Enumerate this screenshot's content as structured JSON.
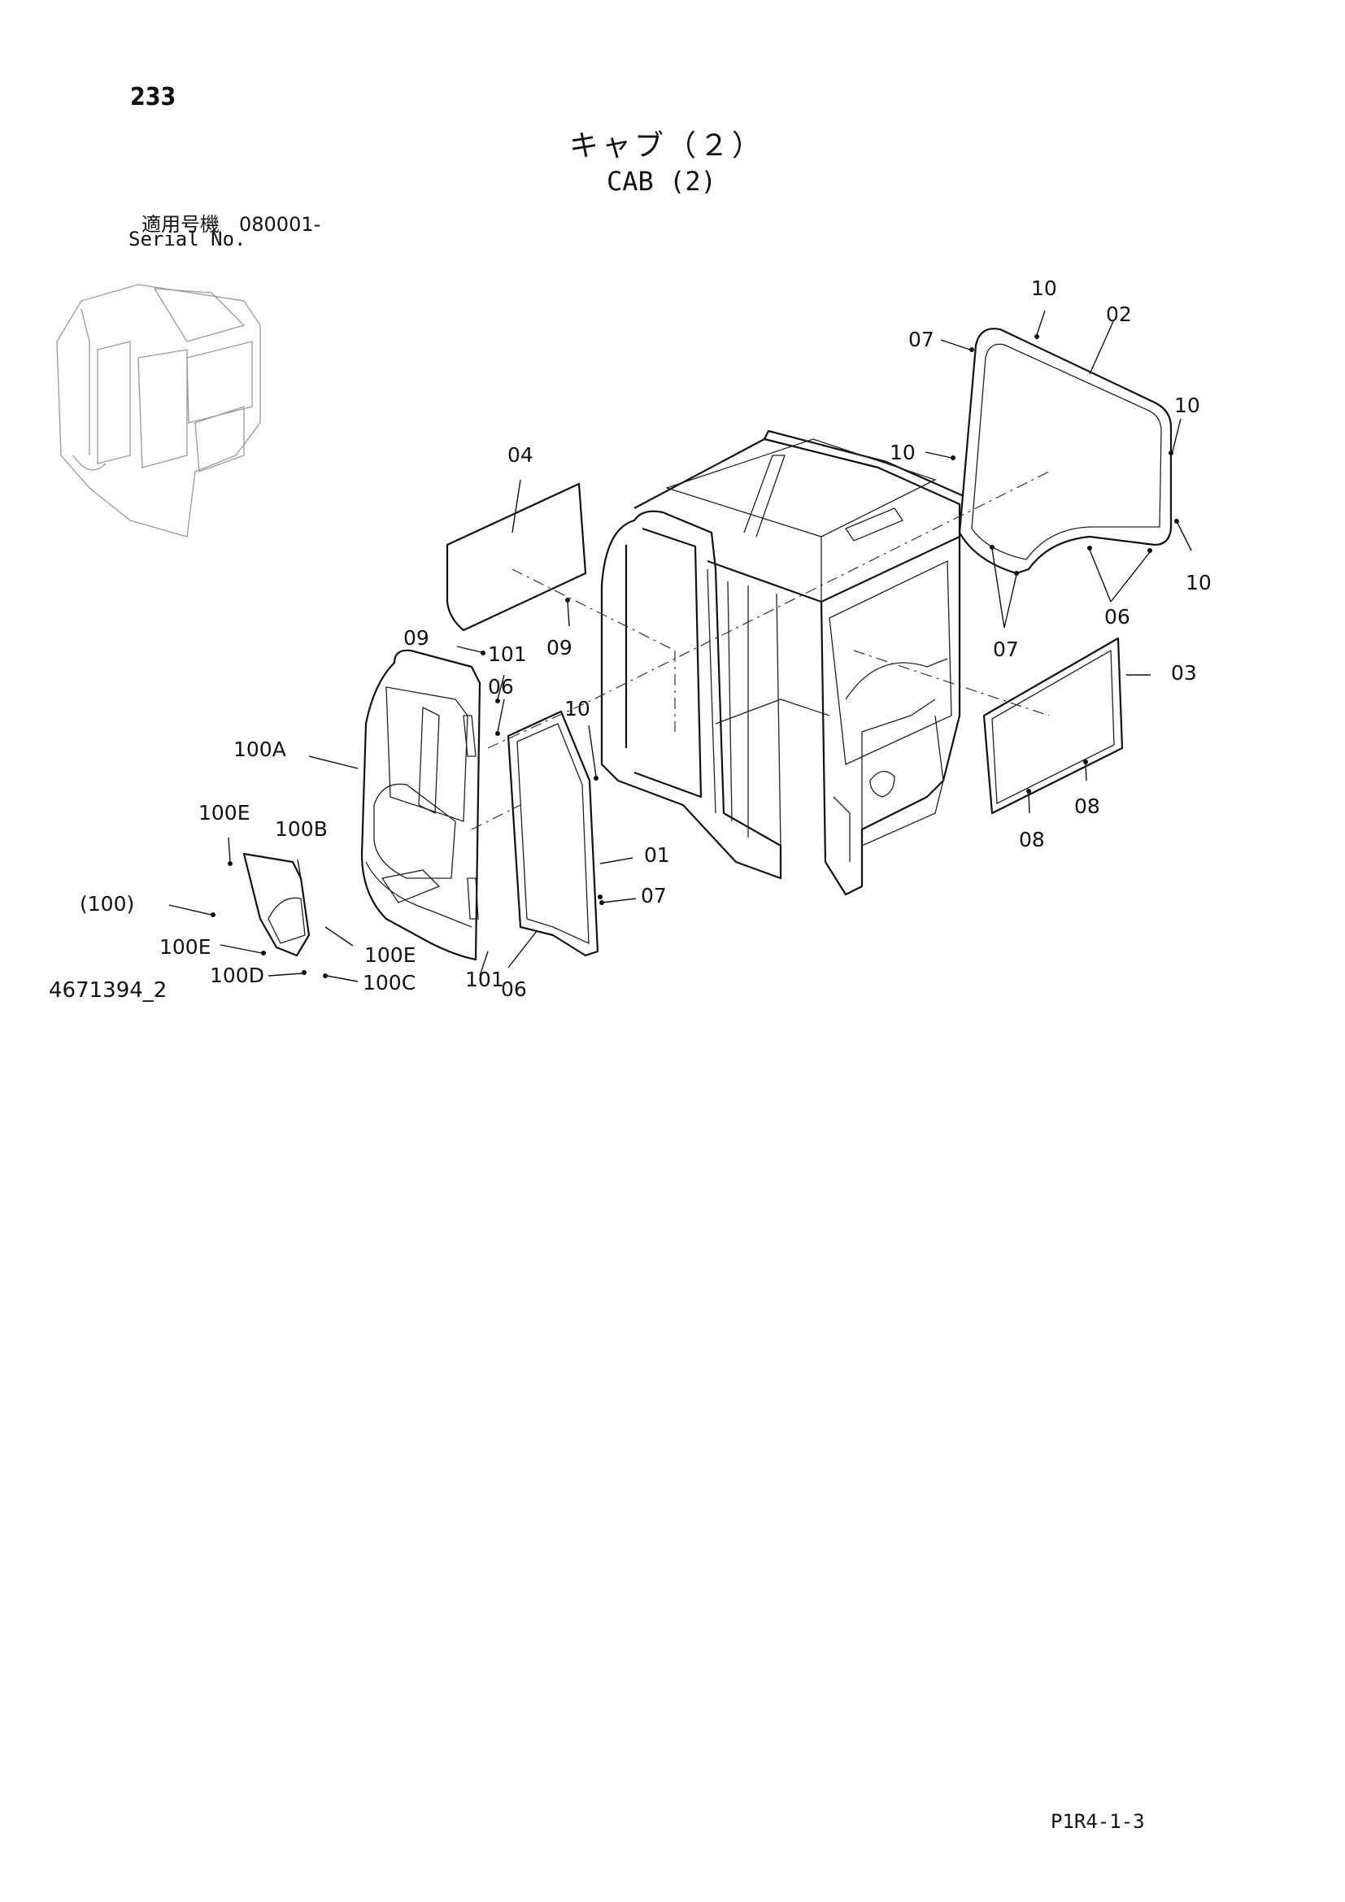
{
  "header": {
    "page_number": "233",
    "title_jp": "キャブ（２）",
    "title_en": "CAB (2)",
    "serial_label_jp": "適用号機　080001-",
    "serial_label_en": "Serial No."
  },
  "figure_code": "4671394_2",
  "page_code": "P1R4-1-3",
  "callouts": {
    "c10_top": "10",
    "c02": "02",
    "c07_top": "07",
    "c10_right_upper": "10",
    "c10_left": "10",
    "c10_right_lower": "10",
    "c06_right": "06",
    "c07_mid": "07",
    "c03": "03",
    "c08_right": "08",
    "c08_left": "08",
    "c04": "04",
    "c09_left": "09",
    "c09_right": "09",
    "c101_top": "101",
    "c06_top": "06",
    "c10_door": "10",
    "c100A": "100A",
    "c100E_top": "100E",
    "c100B": "100B",
    "c01": "01",
    "c07_bottom": "07",
    "c100_paren": "(100)",
    "c100E_left": "100E",
    "c100E_right": "100E",
    "c100D": "100D",
    "c100C": "100C",
    "c101_bottom": "101",
    "c06_bottom": "06"
  }
}
